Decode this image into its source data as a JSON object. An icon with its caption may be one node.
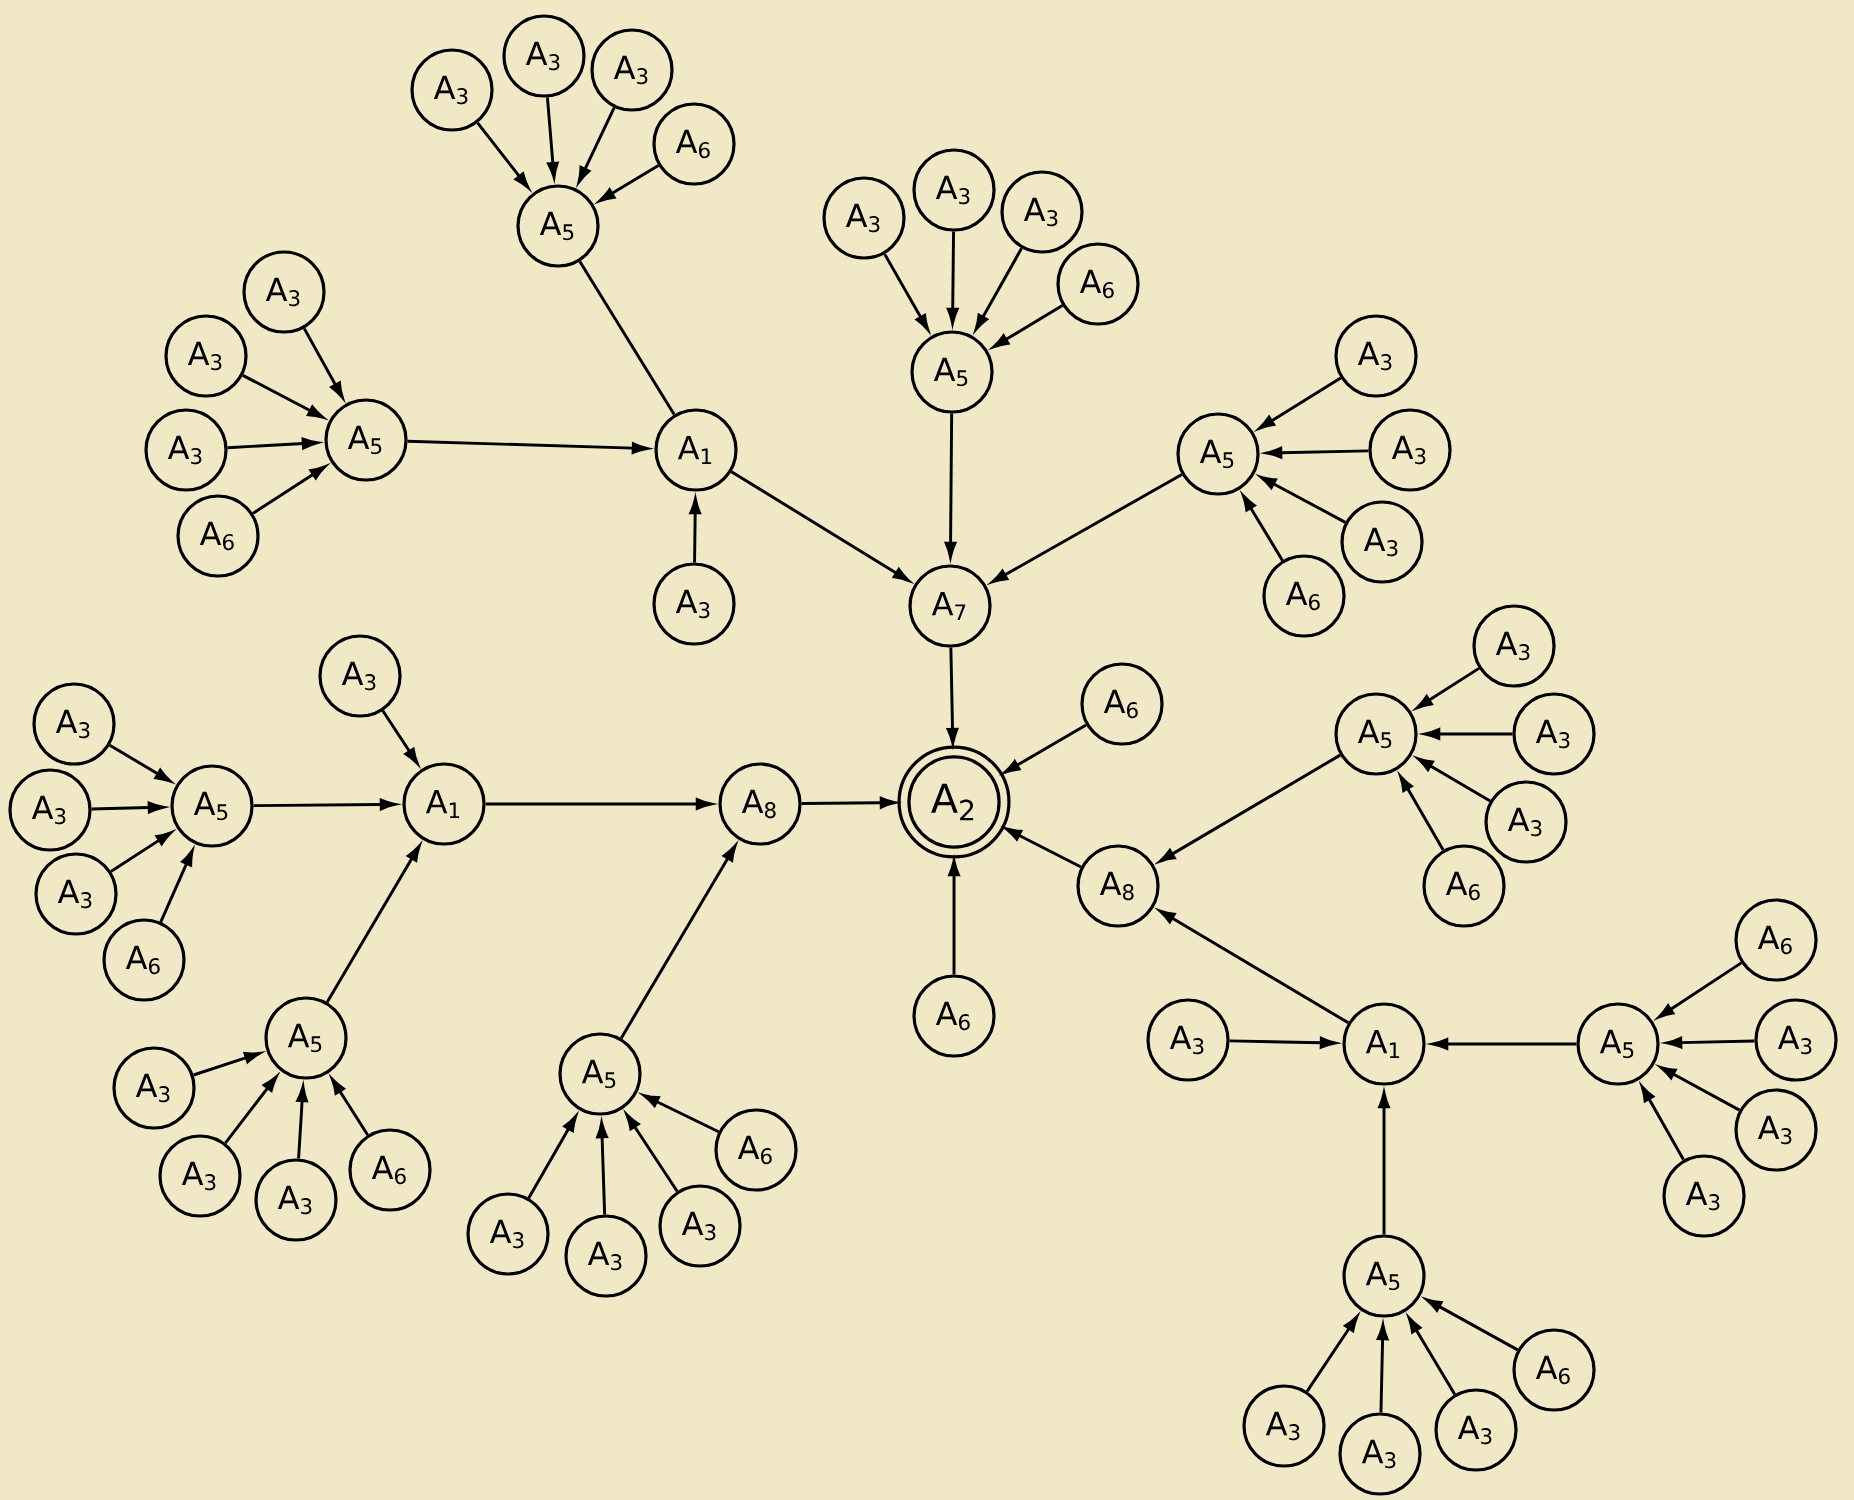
{
  "diagram": {
    "nodes": [
      {
        "text": [
          "A$_{2}$"
        ]
      },
      {
        "text": [
          "A$_{7}$"
        ]
      },
      {
        "text": [
          "A$_{1}$"
        ]
      },
      {
        "text": [
          "A$_{5}$"
        ]
      },
      {
        "text": [
          "A$_{3}$"
        ]
      },
      {
        "text": [
          "A$_{3}$"
        ]
      },
      {
        "text": [
          "A$_{3}$"
        ]
      },
      {
        "text": [
          "A$_{6}$"
        ]
      },
      {
        "text": [
          "A$_{5}$"
        ]
      },
      {
        "text": [
          "A$_{3}$"
        ]
      },
      {
        "text": [
          "A$_{3}$"
        ]
      },
      {
        "text": [
          "A$_{3}$"
        ]
      },
      {
        "text": [
          "A$_{6}$"
        ]
      },
      {
        "text": [
          "A$_{3}$"
        ]
      },
      {
        "text": [
          "A$_{5}$"
        ]
      },
      {
        "text": [
          "A$_{3}$"
        ]
      },
      {
        "text": [
          "A$_{3}$"
        ]
      },
      {
        "text": [
          "A$_{3}$"
        ]
      },
      {
        "text": [
          "A$_{6}$"
        ]
      },
      {
        "text": [
          "A$_{5}$"
        ]
      },
      {
        "text": [
          "A$_{3}$"
        ]
      },
      {
        "text": [
          "A$_{3}$"
        ]
      },
      {
        "text": [
          "A$_{3}$"
        ]
      },
      {
        "text": [
          "A$_{6}$"
        ]
      },
      {
        "text": [
          "A$_{6}$"
        ]
      },
      {
        "text": [
          "A$_{6}$"
        ]
      },
      {
        "text": [
          "A$_{8}$"
        ]
      },
      {
        "text": [
          "A$_{1}$"
        ]
      },
      {
        "text": [
          "A$_{3}$"
        ]
      },
      {
        "text": [
          "A$_{5}$"
        ]
      },
      {
        "text": [
          "A$_{3}$"
        ]
      },
      {
        "text": [
          "A$_{3}$"
        ]
      },
      {
        "text": [
          "A$_{3}$"
        ]
      },
      {
        "text": [
          "A$_{6}$"
        ]
      },
      {
        "text": [
          "A$_{5}$"
        ]
      },
      {
        "text": [
          "A$_{3}$"
        ]
      },
      {
        "text": [
          "A$_{3}$"
        ]
      },
      {
        "text": [
          "A$_{3}$"
        ]
      },
      {
        "text": [
          "A$_{6}$"
        ]
      },
      {
        "text": [
          "A$_{5}$"
        ]
      },
      {
        "text": [
          "A$_{3}$"
        ]
      },
      {
        "text": [
          "A$_{3}$"
        ]
      },
      {
        "text": [
          "A$_{3}$"
        ]
      },
      {
        "text": [
          "A$_{6}$"
        ]
      },
      {
        "text": [
          "A$_{8}$"
        ]
      },
      {
        "text": [
          "A$_{5}$"
        ]
      },
      {
        "text": [
          "A$_{3}$"
        ]
      },
      {
        "text": [
          "A$_{3}$"
        ]
      },
      {
        "text": [
          "A$_{3}$"
        ]
      },
      {
        "text": [
          "A$_{6}$"
        ]
      },
      {
        "text": [
          "A$_{1}$"
        ]
      },
      {
        "text": [
          "A$_{3}$"
        ]
      },
      {
        "text": [
          "A$_{5}$"
        ]
      },
      {
        "text": [
          "A$_{6}$"
        ]
      },
      {
        "text": [
          "A$_{3}$"
        ]
      },
      {
        "text": [
          "A$_{3}$"
        ]
      },
      {
        "text": [
          "A$_{3}$"
        ]
      },
      {
        "text": [
          "A$_{5}$"
        ]
      },
      {
        "text": [
          "A$_{3}$"
        ]
      },
      {
        "text": [
          "A$_{3}$"
        ]
      },
      {
        "text": [
          "A$_{3}$"
        ]
      },
      {
        "text": [
          "A$_{6}$"
        ]
      }
    ],
    "edges": [
      {
        "from": 3,
        "to": 2,
        "arrow": "none"
      },
      {
        "from": 8,
        "to": 2,
        "arrow": "to"
      },
      {
        "from": 13,
        "to": 2,
        "arrow": "to"
      },
      {
        "from": 2,
        "to": 1,
        "arrow": "to"
      },
      {
        "from": 14,
        "to": 1,
        "arrow": "to"
      },
      {
        "from": 19,
        "to": 1,
        "arrow": "to"
      },
      {
        "from": 1,
        "to": 0,
        "arrow": "to"
      },
      {
        "from": 24,
        "to": 0,
        "arrow": "to"
      },
      {
        "from": 25,
        "to": 0,
        "arrow": "to"
      },
      {
        "from": 26,
        "to": 0,
        "arrow": "to"
      },
      {
        "from": 27,
        "to": 26,
        "arrow": "to"
      },
      {
        "from": 39,
        "to": 26,
        "arrow": "to"
      },
      {
        "from": 29,
        "to": 27,
        "arrow": "to"
      },
      {
        "from": 28,
        "to": 27,
        "arrow": "to"
      },
      {
        "from": 34,
        "to": 27,
        "arrow": "to"
      },
      {
        "from": 45,
        "to": 44,
        "arrow": "to"
      },
      {
        "from": 44,
        "to": 0,
        "arrow": "to"
      },
      {
        "from": 50,
        "to": 44,
        "arrow": "to"
      },
      {
        "from": 51,
        "to": 50,
        "arrow": "to"
      },
      {
        "from": 52,
        "to": 50,
        "arrow": "to"
      },
      {
        "from": 57,
        "to": 50,
        "arrow": "to"
      },
      {
        "from": 4,
        "to": 3,
        "arrow": "to"
      },
      {
        "from": 5,
        "to": 3,
        "arrow": "to"
      },
      {
        "from": 6,
        "to": 3,
        "arrow": "to"
      },
      {
        "from": 7,
        "to": 3,
        "arrow": "to"
      },
      {
        "from": 9,
        "to": 8,
        "arrow": "to"
      },
      {
        "from": 10,
        "to": 8,
        "arrow": "to"
      },
      {
        "from": 11,
        "to": 8,
        "arrow": "to"
      },
      {
        "from": 12,
        "to": 8,
        "arrow": "to"
      },
      {
        "from": 15,
        "to": 14,
        "arrow": "to"
      },
      {
        "from": 16,
        "to": 14,
        "arrow": "to"
      },
      {
        "from": 17,
        "to": 14,
        "arrow": "to"
      },
      {
        "from": 18,
        "to": 14,
        "arrow": "to"
      },
      {
        "from": 20,
        "to": 19,
        "arrow": "to"
      },
      {
        "from": 21,
        "to": 19,
        "arrow": "to"
      },
      {
        "from": 22,
        "to": 19,
        "arrow": "to"
      },
      {
        "from": 23,
        "to": 19,
        "arrow": "to"
      },
      {
        "from": 30,
        "to": 29,
        "arrow": "to"
      },
      {
        "from": 31,
        "to": 29,
        "arrow": "to"
      },
      {
        "from": 32,
        "to": 29,
        "arrow": "to"
      },
      {
        "from": 33,
        "to": 29,
        "arrow": "to"
      },
      {
        "from": 35,
        "to": 34,
        "arrow": "to"
      },
      {
        "from": 36,
        "to": 34,
        "arrow": "to"
      },
      {
        "from": 37,
        "to": 34,
        "arrow": "to"
      },
      {
        "from": 38,
        "to": 34,
        "arrow": "to"
      },
      {
        "from": 40,
        "to": 39,
        "arrow": "to"
      },
      {
        "from": 41,
        "to": 39,
        "arrow": "to"
      },
      {
        "from": 42,
        "to": 39,
        "arrow": "to"
      },
      {
        "from": 43,
        "to": 39,
        "arrow": "to"
      },
      {
        "from": 46,
        "to": 45,
        "arrow": "to"
      },
      {
        "from": 47,
        "to": 45,
        "arrow": "to"
      },
      {
        "from": 48,
        "to": 45,
        "arrow": "to"
      },
      {
        "from": 49,
        "to": 45,
        "arrow": "to"
      },
      {
        "from": 53,
        "to": 52,
        "arrow": "to"
      },
      {
        "from": 54,
        "to": 52,
        "arrow": "to"
      },
      {
        "from": 55,
        "to": 52,
        "arrow": "to"
      },
      {
        "from": 56,
        "to": 52,
        "arrow": "to"
      },
      {
        "from": 58,
        "to": 57,
        "arrow": "to"
      },
      {
        "from": 59,
        "to": 57,
        "arrow": "to"
      },
      {
        "from": 60,
        "to": 57,
        "arrow": "to"
      },
      {
        "from": 61,
        "to": 57,
        "arrow": "to"
      }
    ]
  }
}
